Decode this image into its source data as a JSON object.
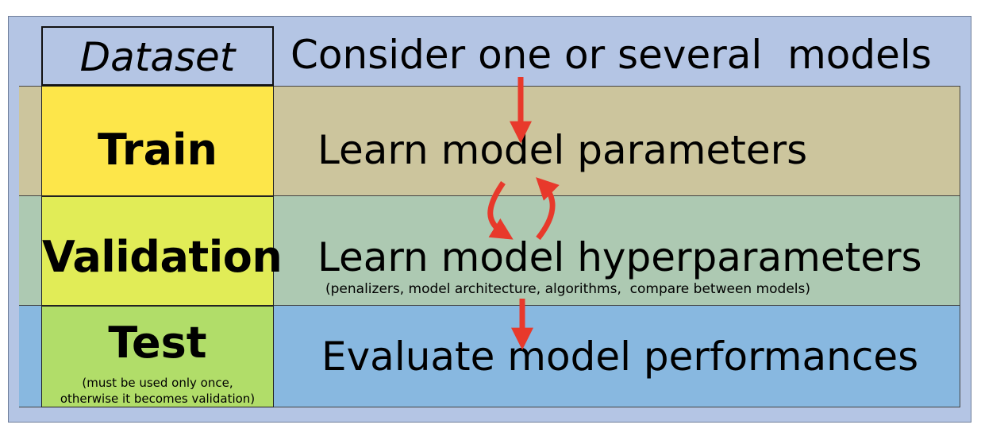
{
  "dataset": {
    "label": "Dataset"
  },
  "splits": {
    "train": {
      "label": "Train"
    },
    "validation": {
      "label": "Validation"
    },
    "test": {
      "label": "Test",
      "note_line1": "(must be used only once,",
      "note_line2": "otherwise it becomes validation)"
    }
  },
  "steps": {
    "consider": "Consider one or several  models",
    "learn_params": "Learn model parameters",
    "learn_hyper": "Learn model hyperparameters",
    "hyper_note": "(penalizers, model architecture, algorithms,  compare between models)",
    "evaluate": "Evaluate model performances"
  },
  "colors": {
    "frame": "#b4c5e4",
    "train_band": "#ccc59d",
    "validation_band": "#adc9b2",
    "test_band": "#88b8e0",
    "train_cell": "#fde64a",
    "validation_cell": "#e1ec57",
    "test_cell": "#b1dd69",
    "arrow": "#e8392b"
  }
}
